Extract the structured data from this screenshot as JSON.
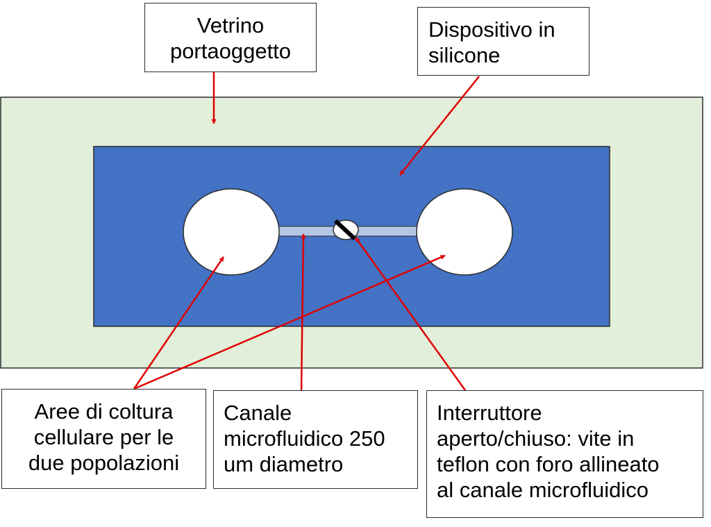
{
  "labels": {
    "slide": [
      "Vetrino",
      "portaoggetto"
    ],
    "device": [
      "Dispositivo in",
      "silicone"
    ],
    "culture_areas": [
      "Aree di coltura",
      "cellulare per le",
      "due popolazioni"
    ],
    "channel": [
      "Canale",
      "microfluidico 250",
      "um diametro"
    ],
    "switch": [
      "Interruttore",
      "aperto/chiuso: vite in",
      "teflon con foro allineato",
      "al canale microfluidico"
    ]
  },
  "colors": {
    "slide_fill": "#e2efda",
    "device_fill": "#4472c4",
    "channel_fill": "#b4c7e7",
    "well_fill": "#ffffff",
    "arrow": "#e00000",
    "outline": "#2b2b2b"
  }
}
